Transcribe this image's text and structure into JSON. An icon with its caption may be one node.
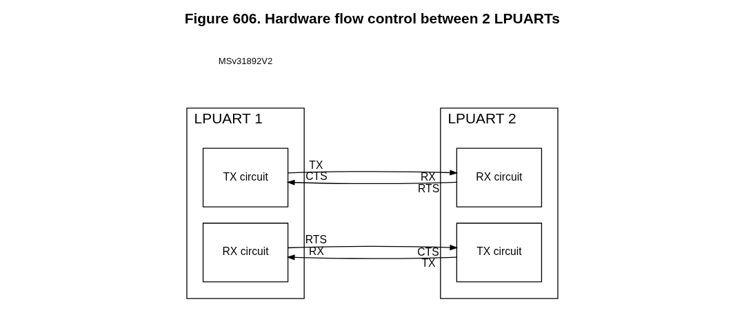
{
  "diagram": {
    "title": "Figure 606. Hardware flow control between 2 LPUARTs",
    "nodes": [
      {
        "text": [
          "LPUART 1"
        ]
      },
      {
        "text": [
          "TX circuit"
        ],
        "in": 0,
        "beside": [
          "TX",
          "CTS"
        ]
      },
      {
        "text": [
          "RX circuit"
        ],
        "in": 0,
        "beside": [
          "RX",
          "RTS"
        ]
      },
      {
        "text": [
          "LPUART 2"
        ]
      },
      {
        "text": [
          "RX circuit"
        ],
        "in": 3,
        "beside": [
          "RX",
          "RTS"
        ]
      },
      {
        "text": [
          "TX circuit"
        ],
        "in": 3,
        "beside": [
          "TX",
          "CTS"
        ]
      }
    ],
    "edges": [
      {
        "from": 1,
        "to": 4,
        "arrow": "to"
      },
      {
        "from": 4,
        "to": 1,
        "arrow": "to"
      },
      {
        "from": 5,
        "to": 2,
        "arrow": "to"
      },
      {
        "from": 2,
        "to": 5,
        "arrow": "to"
      }
    ],
    "labels": [
      "MSv31892V2"
    ]
  }
}
